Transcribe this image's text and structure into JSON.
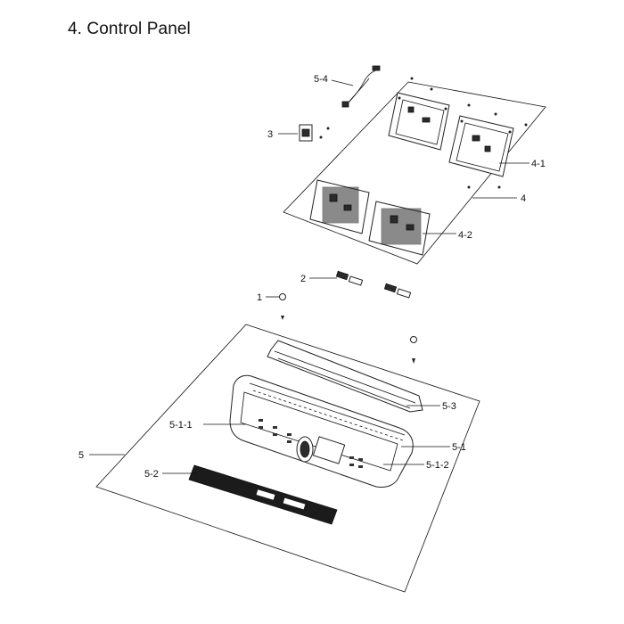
{
  "title": "4. Control Panel",
  "callouts": {
    "c5_4": "5-4",
    "c3": "3",
    "c4_1": "4-1",
    "c4": "4",
    "c4_2": "4-2",
    "c2": "2",
    "c1": "1",
    "c5_3": "5-3",
    "c5_1_1": "5-1-1",
    "c5_1": "5-1",
    "c5": "5",
    "c5_2": "5-2",
    "c5_1_2": "5-1-2"
  }
}
